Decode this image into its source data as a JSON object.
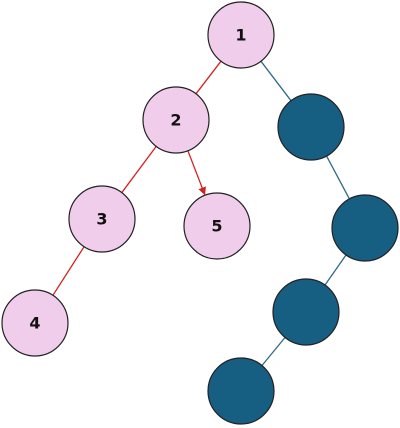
{
  "colors": {
    "visited_fill": "#f0cdea",
    "unvisited_fill": "#175f82",
    "node_stroke": "#222222",
    "visited_edge": "#d42020",
    "unvisited_edge": "#2f6a86",
    "label": "#111111"
  },
  "nodes": [
    {
      "id": "n1",
      "label": "1",
      "state": "visited"
    },
    {
      "id": "n2",
      "label": "2",
      "state": "visited"
    },
    {
      "id": "n3",
      "label": "3",
      "state": "visited"
    },
    {
      "id": "n4",
      "label": "4",
      "state": "visited"
    },
    {
      "id": "n5",
      "label": "5",
      "state": "visited"
    },
    {
      "id": "r1",
      "label": "",
      "state": "unvisited"
    },
    {
      "id": "r2",
      "label": "",
      "state": "unvisited"
    },
    {
      "id": "r3",
      "label": "",
      "state": "unvisited"
    },
    {
      "id": "r4",
      "label": "",
      "state": "unvisited"
    }
  ],
  "edges": [
    {
      "from": "n1",
      "to": "n2",
      "state": "visited",
      "arrow": false
    },
    {
      "from": "n2",
      "to": "n3",
      "state": "visited",
      "arrow": false
    },
    {
      "from": "n2",
      "to": "n5",
      "state": "visited",
      "arrow": true
    },
    {
      "from": "n3",
      "to": "n4",
      "state": "visited",
      "arrow": false
    },
    {
      "from": "n1",
      "to": "r1",
      "state": "unvisited",
      "arrow": false
    },
    {
      "from": "r1",
      "to": "r2",
      "state": "unvisited",
      "arrow": false
    },
    {
      "from": "r2",
      "to": "r3",
      "state": "unvisited",
      "arrow": false
    },
    {
      "from": "r3",
      "to": "r4",
      "state": "unvisited",
      "arrow": false
    }
  ]
}
